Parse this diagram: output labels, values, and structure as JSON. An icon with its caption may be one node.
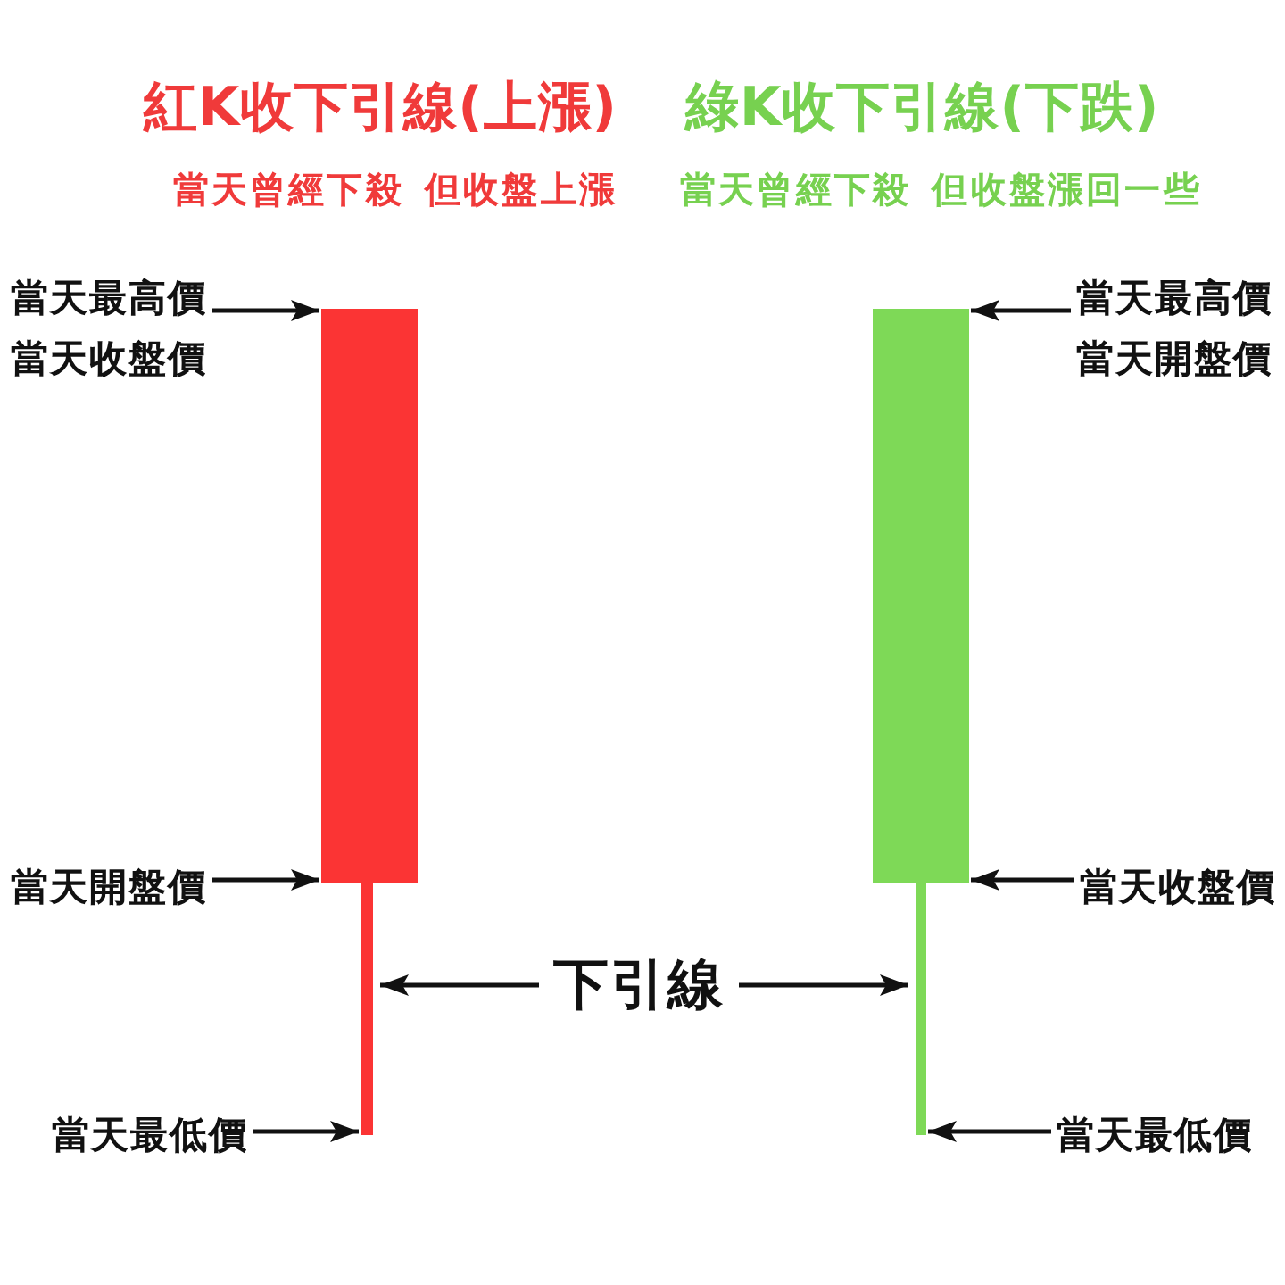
{
  "diagram": {
    "nodes": [
      {
        "text": [
          "當天最高價",
          "當天收盤價"
        ]
      },
      {
        "text": [],
        "shape": "bar"
      },
      {
        "text": [],
        "shape": "bar"
      },
      {
        "text": [
          "當天開盤價"
        ]
      },
      {
        "text": [
          "當天最低價"
        ]
      },
      {
        "text": [
          "下引線"
        ]
      },
      {
        "text": [],
        "shape": "bar"
      },
      {
        "text": [],
        "shape": "bar"
      },
      {
        "text": [
          "當天最高價",
          "當天開盤價"
        ]
      },
      {
        "text": [
          "當天收盤價"
        ]
      },
      {
        "text": [
          "當天最低價"
        ]
      }
    ],
    "edges": [
      {
        "from": 0,
        "to": 1,
        "arrow": "to"
      },
      {
        "from": 3,
        "to": 1,
        "arrow": "to"
      },
      {
        "from": 4,
        "to": 2,
        "arrow": "to"
      },
      {
        "from": 5,
        "to": 2,
        "arrow": "to"
      },
      {
        "from": 5,
        "to": 7,
        "arrow": "to"
      },
      {
        "from": 8,
        "to": 6,
        "arrow": "to"
      },
      {
        "from": 9,
        "to": 6,
        "arrow": "to"
      },
      {
        "from": 10,
        "to": 7,
        "arrow": "to"
      }
    ],
    "labels": [
      "紅K收下引線(上漲)",
      "當天曾經下殺 但收盤上漲",
      "綠K收下引線(下跌)",
      "當天曾經下殺 但收盤漲回一些"
    ]
  }
}
